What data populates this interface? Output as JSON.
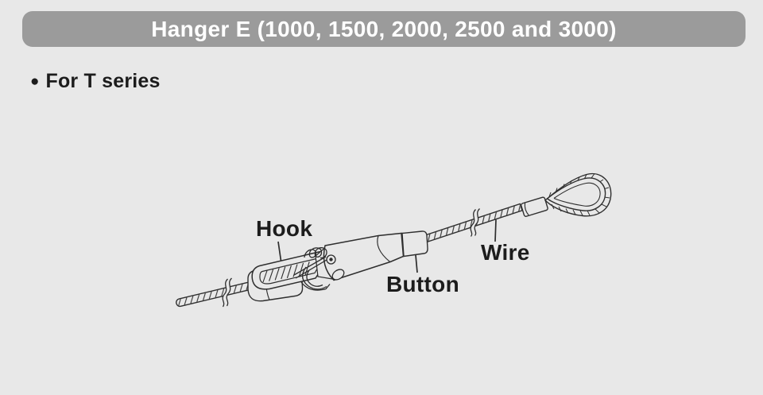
{
  "colors": {
    "page_bg": "#e8e8e8",
    "title_bar_bg": "#9b9b9b",
    "title_text": "#ffffff",
    "body_text": "#1c1c1c",
    "drawing_line": "#2e2e2e"
  },
  "title_bar": {
    "title": "Hanger E (1000, 1500, 2000, 2500 and 3000)"
  },
  "series_note": {
    "bullet": "●",
    "label": "For T series"
  },
  "diagram": {
    "description": "Line drawing of Hanger E: snap hook with safety gate, cylindrical button adjuster, twisted wire rope ending in a thimble eye loop",
    "labels": {
      "hook": "Hook",
      "button": "Button",
      "wire": "Wire"
    }
  }
}
